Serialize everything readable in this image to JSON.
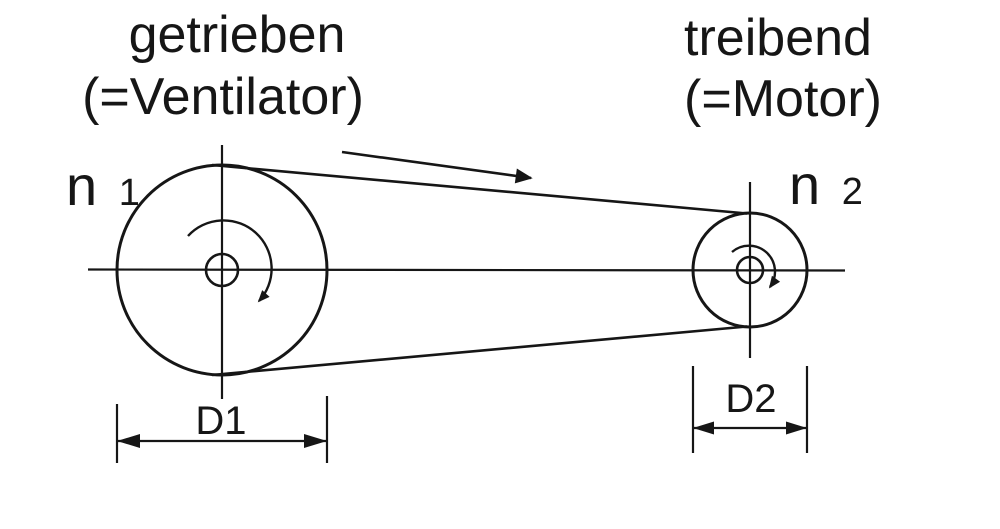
{
  "diagram": {
    "type": "belt-drive-schematic",
    "background_color": "#ffffff",
    "line_color": "#161616",
    "driven_pulley": {
      "title_line1": "getrieben",
      "title_line2": "(=Ventilator)",
      "speed_symbol": "n",
      "speed_subscript": "1",
      "diameter_label": "D1",
      "rotation": "clockwise"
    },
    "driving_pulley": {
      "title_line1": "treibend",
      "title_line2": "(=Motor)",
      "speed_symbol": "n",
      "speed_subscript": "2",
      "diameter_label": "D2",
      "rotation": "clockwise"
    },
    "belt_direction": "left-to-right"
  }
}
